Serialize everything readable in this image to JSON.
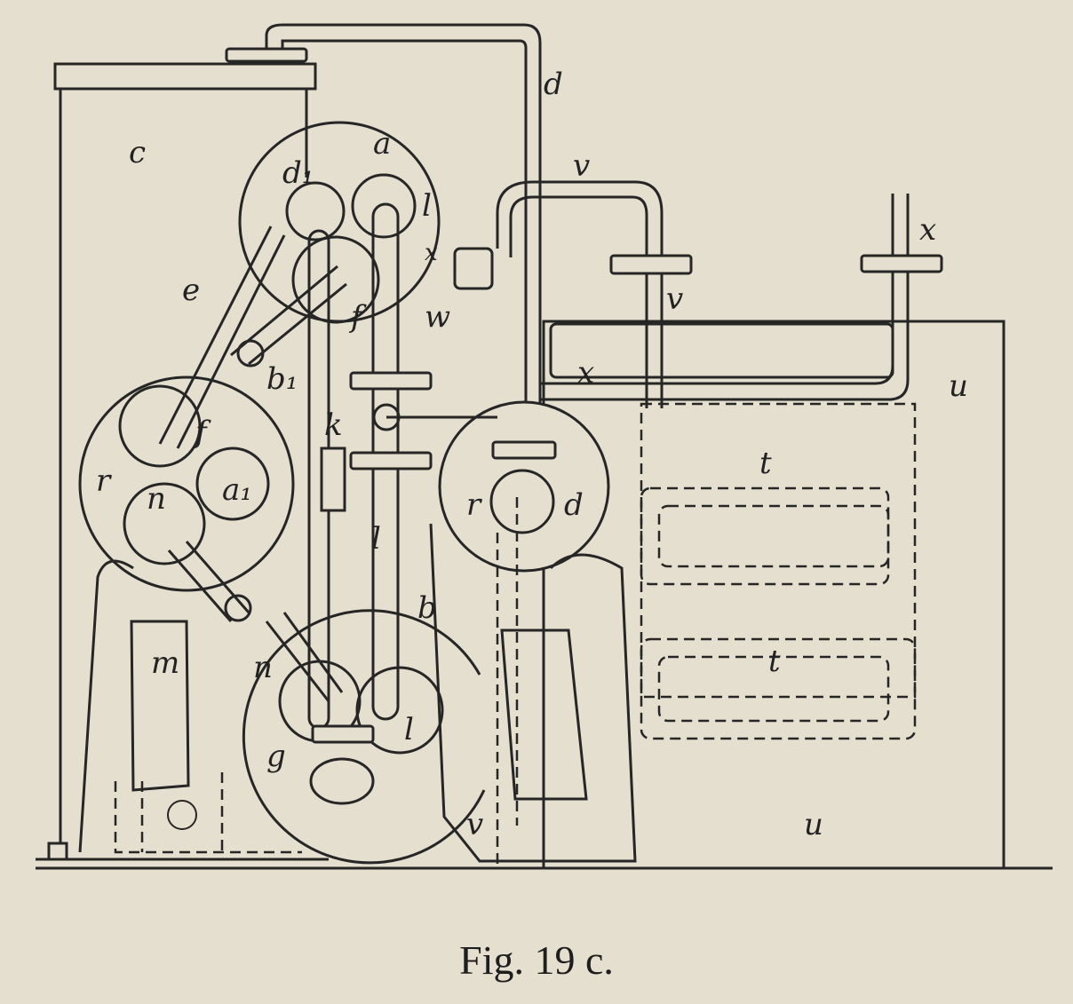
{
  "figure": {
    "caption": "Fig. 19 c.",
    "colors": {
      "paper": "#e4dfcf",
      "ink": "#262626"
    },
    "labels": [
      {
        "id": "c",
        "text": "c"
      },
      {
        "id": "d_top",
        "text": "d"
      },
      {
        "id": "a",
        "text": "a"
      },
      {
        "id": "d1",
        "text": "d₁"
      },
      {
        "id": "l_top",
        "text": "l"
      },
      {
        "id": "v_top",
        "text": "v"
      },
      {
        "id": "x_right",
        "text": "x"
      },
      {
        "id": "e",
        "text": "e"
      },
      {
        "id": "x_small",
        "text": "x"
      },
      {
        "id": "f_top",
        "text": "f"
      },
      {
        "id": "w",
        "text": "w"
      },
      {
        "id": "v_mid",
        "text": "v"
      },
      {
        "id": "b1",
        "text": "b₁"
      },
      {
        "id": "x_mid",
        "text": "x"
      },
      {
        "id": "u_top",
        "text": "u"
      },
      {
        "id": "f_left",
        "text": "f"
      },
      {
        "id": "k",
        "text": "k"
      },
      {
        "id": "t_top",
        "text": "t"
      },
      {
        "id": "r_left",
        "text": "r"
      },
      {
        "id": "n_left",
        "text": "n"
      },
      {
        "id": "a1",
        "text": "a₁"
      },
      {
        "id": "r_right",
        "text": "r"
      },
      {
        "id": "d_right",
        "text": "d"
      },
      {
        "id": "l_mid",
        "text": "l"
      },
      {
        "id": "b",
        "text": "b"
      },
      {
        "id": "m",
        "text": "m"
      },
      {
        "id": "n_low",
        "text": "n"
      },
      {
        "id": "t_low",
        "text": "t"
      },
      {
        "id": "l_low",
        "text": "l"
      },
      {
        "id": "g",
        "text": "g"
      },
      {
        "id": "v_low",
        "text": "v"
      },
      {
        "id": "u_low",
        "text": "u"
      }
    ]
  }
}
